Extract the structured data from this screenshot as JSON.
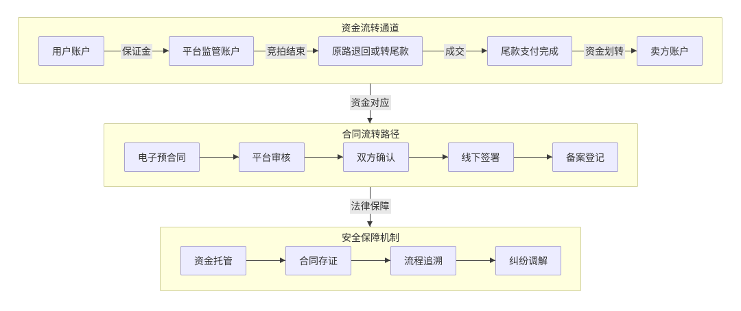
{
  "diagram": {
    "type": "flowchart",
    "groups": [
      {
        "title": "资金流转通道",
        "nodes": [
          "用户账户",
          "平台监管账户",
          "原路退回或转尾款",
          "尾款支付完成",
          "卖方账户"
        ],
        "edges": [
          {
            "from": "用户账户",
            "to": "平台监管账户",
            "label": "保证金"
          },
          {
            "from": "平台监管账户",
            "to": "原路退回或转尾款",
            "label": "竞拍结束"
          },
          {
            "from": "原路退回或转尾款",
            "to": "尾款支付完成",
            "label": "成交"
          },
          {
            "from": "尾款支付完成",
            "to": "卖方账户",
            "label": "资金划转"
          }
        ]
      },
      {
        "title": "合同流转路径",
        "nodes": [
          "电子预合同",
          "平台审核",
          "双方确认",
          "线下签署",
          "备案登记"
        ],
        "edges": [
          {
            "from": "电子预合同",
            "to": "平台审核"
          },
          {
            "from": "平台审核",
            "to": "双方确认"
          },
          {
            "from": "双方确认",
            "to": "线下签署"
          },
          {
            "from": "线下签署",
            "to": "备案登记"
          }
        ]
      },
      {
        "title": "安全保障机制",
        "nodes": [
          "资金托管",
          "合同存证",
          "流程追溯",
          "纠纷调解"
        ],
        "edges": [
          {
            "from": "资金托管",
            "to": "合同存证"
          },
          {
            "from": "合同存证",
            "to": "流程追溯"
          },
          {
            "from": "流程追溯",
            "to": "纠纷调解"
          }
        ]
      }
    ],
    "group_connectors": [
      {
        "from": "资金流转通道",
        "to": "合同流转路径",
        "label": "资金对应"
      },
      {
        "from": "合同流转路径",
        "to": "安全保障机制",
        "label": "法律保障"
      }
    ],
    "colors": {
      "group_fill": "#ffffde",
      "group_border": "#cfcf9b",
      "node_fill": "#ececff",
      "node_border": "#a7a1cc",
      "edge_line": "#3b3b3b",
      "edge_label_bg": "#e8e8e8",
      "text": "#333333"
    }
  }
}
